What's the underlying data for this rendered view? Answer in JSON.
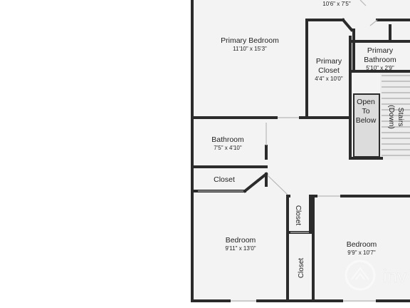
{
  "plan": {
    "top_dimension": "10'6\" x 7'5\"",
    "rooms": {
      "primary_bedroom": {
        "name": "Primary Bedroom",
        "dims": "11'10\" x 15'3\""
      },
      "primary_closet": {
        "name_line1": "Primary",
        "name_line2": "Closet",
        "dims": "4'4\" x 10'0\""
      },
      "primary_bathroom": {
        "name_line1": "Primary",
        "name_line2": "Bathroom",
        "dims": "5'10\" x 2'9\""
      },
      "open_to_below": {
        "line1": "Open",
        "line2": "To",
        "line3": "Below"
      },
      "stairs": {
        "line1": "Stairs",
        "line2": "(Down)"
      },
      "bathroom": {
        "name": "Bathroom",
        "dims": "7'5\" x 4'10\""
      },
      "hall_closet": {
        "name": "Closet"
      },
      "bedroom_left": {
        "name": "Bedroom",
        "dims": "9'11\" x 13'0\""
      },
      "closet_upper": {
        "name": "Closet"
      },
      "closet_lower": {
        "name": "Closet"
      },
      "bedroom_right": {
        "name": "Bedroom",
        "dims": "9'9\" x 10'7\""
      }
    },
    "watermark": "inv"
  },
  "colors": {
    "wall": "#2b2b2b",
    "floor": "#f3f3f3",
    "stair_fill": "#dcdcdc"
  }
}
